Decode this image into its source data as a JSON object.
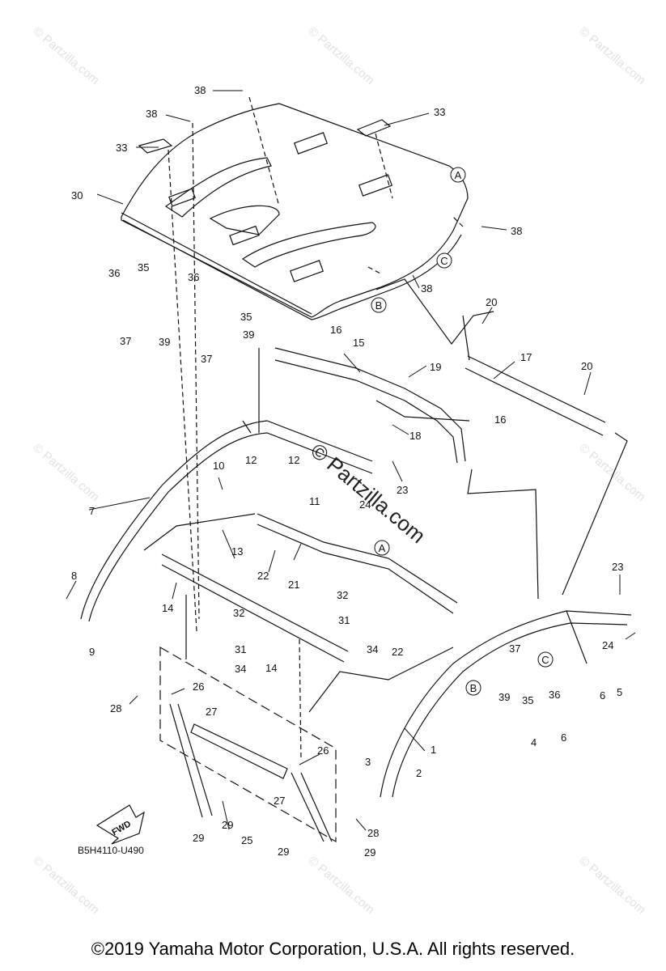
{
  "diagram": {
    "code": "B5H4110-U490",
    "fwd_label": "FWD",
    "part_numbers": [
      "1",
      "2",
      "3",
      "4",
      "5",
      "6",
      "6",
      "7",
      "8",
      "9",
      "10",
      "11",
      "12",
      "12",
      "13",
      "14",
      "14",
      "15",
      "16",
      "16",
      "17",
      "18",
      "19",
      "20",
      "20",
      "21",
      "22",
      "22",
      "23",
      "23",
      "24",
      "24",
      "25",
      "26",
      "26",
      "27",
      "27",
      "28",
      "28",
      "29",
      "29",
      "29",
      "29",
      "30",
      "31",
      "31",
      "32",
      "32",
      "33",
      "33",
      "34",
      "34",
      "35",
      "35",
      "35",
      "36",
      "36",
      "36",
      "37",
      "37",
      "37",
      "38",
      "38",
      "38",
      "38",
      "39",
      "39",
      "39"
    ],
    "ref_markers": [
      "A",
      "A",
      "B",
      "B",
      "C",
      "C"
    ]
  },
  "watermark": {
    "text": "© Partzilla.com",
    "center_text": "© Partzilla.com"
  },
  "footer": {
    "copyright": "©2019 Yamaha Motor Corporation, U.S.A. All rights reserved."
  }
}
